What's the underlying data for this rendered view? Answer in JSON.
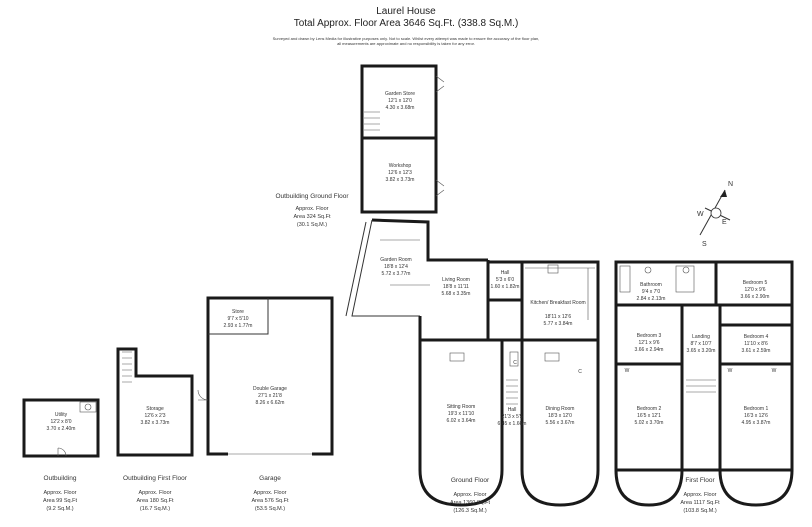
{
  "header": {
    "title": "Laurel House",
    "subtitle": "Total Approx. Floor Area 3646 Sq.Ft. (338.8 Sq.M.)",
    "disclaimer": [
      "Surveyed and drawn by Lens Media for illustrative purposes only. Not to scale. Whilst every attempt was made to ensure the accuracy of the floor plan,",
      "all measurements are approximate and no responsibility is taken for any error."
    ]
  },
  "compass": {
    "north": "N",
    "south": "S",
    "west": "W",
    "east": "E"
  },
  "sections": {
    "outbuilding": {
      "name": "Outbuilding",
      "area_label": "Approx. Floor",
      "area": "Area 99 Sq.Ft",
      "area_m": "(9.2 Sq.M.)"
    },
    "outbuilding_first": {
      "name": "Outbuilding First Floor",
      "area_label": "Approx. Floor",
      "area": "Area 180 Sq.Ft",
      "area_m": "(16.7 Sq.M.)"
    },
    "garage": {
      "name": "Garage",
      "area_label": "Approx. Floor",
      "area": "Area 576 Sq.Ft",
      "area_m": "(53.5 Sq.M.)"
    },
    "outbuilding_ground": {
      "name": "Outbuilding Ground Floor",
      "area_label": "Approx. Floor",
      "area": "Area 324 Sq.Ft",
      "area_m": "(30.1 Sq.M.)"
    },
    "ground": {
      "name": "Ground Floor",
      "area_label": "Approx. Floor",
      "area": "Area 1360 Sq.Ft",
      "area_m": "(126.3 Sq.M.)"
    },
    "first": {
      "name": "First Floor",
      "area_label": "Approx. Floor",
      "area": "Area 1117 Sq.Ft",
      "area_m": "(103.8 Sq.M.)"
    }
  },
  "rooms": {
    "utility": {
      "name": "Utility",
      "imp": "12'2 x 8'0",
      "met": "3.70 x 2.40m"
    },
    "storage": {
      "name": "Storage",
      "imp": "12'6 x 2'3",
      "met": "3.82 x 3.73m"
    },
    "store": {
      "name": "Store",
      "imp": "9'7 x 5'10",
      "met": "2.93 x 1.77m"
    },
    "double_garage": {
      "name": "Double Garage",
      "imp": "27'1 x 21'8",
      "met": "8.26 x 6.62m"
    },
    "garden_store": {
      "name": "Garden Store",
      "imp": "12'1 x 12'0",
      "met": "4.30 x 3.68m"
    },
    "workshop": {
      "name": "Workshop",
      "imp": "12'6 x 12'3",
      "met": "3.82 x 3.73m"
    },
    "garden_room": {
      "name": "Garden Room",
      "imp": "18'8 x 12'4",
      "met": "5.72 x 3.77m"
    },
    "living_room": {
      "name": "Living Room",
      "imp": "18'8 x 11'11",
      "met": "5.68 x 3.35m"
    },
    "hall_small": {
      "name": "Hall",
      "imp": "5'3 x 6'0",
      "met": "1.60 x 1.82m"
    },
    "kitchen": {
      "name": "Kitchen/ Breakfast Room",
      "imp": "18'11 x 12'6",
      "met": "5.77 x 3.84m"
    },
    "sitting_room": {
      "name": "Sitting Room",
      "imp": "19'3 x 11'10",
      "met": "6.02 x 3.64m"
    },
    "hall": {
      "name": "Hall",
      "imp": "21'3 x 5'5",
      "met": "6.45 x 1.66m"
    },
    "dining_room": {
      "name": "Dining Room",
      "imp": "18'3 x 12'0",
      "met": "5.56 x 3.67m"
    },
    "bathroom": {
      "name": "Bathroom",
      "imp": "9'4 x 7'0",
      "met": "2.84 x 2.13m"
    },
    "bedroom5": {
      "name": "Bedroom 5",
      "imp": "12'0 x 9'6",
      "met": "3.66 x 2.90m"
    },
    "bedroom3": {
      "name": "Bedroom 3",
      "imp": "12'1 x 9'6",
      "met": "3.66 x 2.94m"
    },
    "landing": {
      "name": "Landing",
      "imp": "8'7 x 10'7",
      "met": "3.65 x 3.20m"
    },
    "bedroom4": {
      "name": "Bedroom 4",
      "imp": "11'10 x 8'6",
      "met": "3.61 x 2.59m"
    },
    "bedroom2": {
      "name": "Bedroom 2",
      "imp": "16'5 x 12'1",
      "met": "5.02 x 3.70m"
    },
    "bedroom1": {
      "name": "Bedroom 1",
      "imp": "16'3 x 12'6",
      "met": "4.95 x 3.87m"
    }
  },
  "fixtures": {
    "cupboard": "C",
    "wardrobe": "W"
  }
}
